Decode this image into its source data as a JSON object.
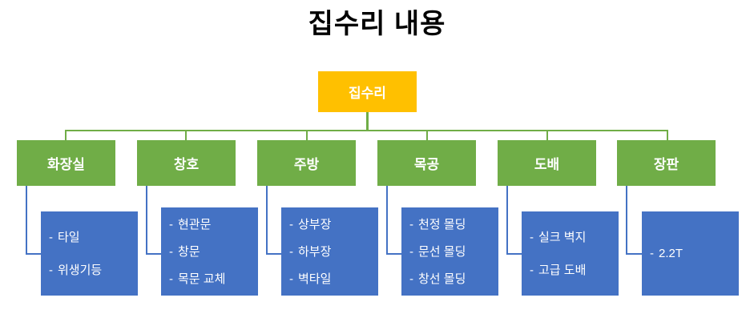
{
  "title": "집수리 내용",
  "colors": {
    "root": "#FFC000",
    "category": "#70AD47",
    "leaf": "#4472C4",
    "title_text": "#000000",
    "node_text": "#FFFFFF",
    "background": "#FFFFFF"
  },
  "root": {
    "label": "집수리"
  },
  "bullet": "-",
  "branches": [
    {
      "category": "화장실",
      "items": [
        "타일",
        "위생기등"
      ]
    },
    {
      "category": "창호",
      "items": [
        "현관문",
        "창문",
        "목문 교체"
      ]
    },
    {
      "category": "주방",
      "items": [
        "상부장",
        "하부장",
        "벽타일"
      ]
    },
    {
      "category": "목공",
      "items": [
        "천정 몰딩",
        "문선 몰딩",
        "창선 몰딩"
      ]
    },
    {
      "category": "도배",
      "items": [
        "실크 벽지",
        "고급 도배"
      ]
    },
    {
      "category": "장판",
      "items": [
        "2.2T"
      ]
    }
  ]
}
